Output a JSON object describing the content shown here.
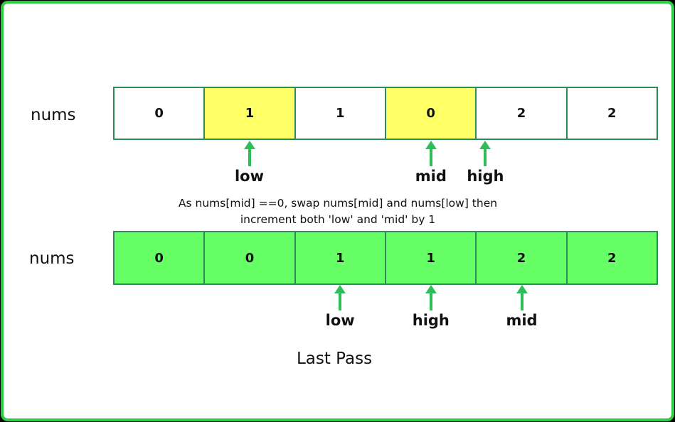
{
  "before": {
    "label": "nums",
    "cells": [
      {
        "value": "0",
        "fill": "#ffffff"
      },
      {
        "value": "1",
        "fill": "#ffff66"
      },
      {
        "value": "1",
        "fill": "#ffffff"
      },
      {
        "value": "0",
        "fill": "#ffff66"
      },
      {
        "value": "2",
        "fill": "#ffffff"
      },
      {
        "value": "2",
        "fill": "#ffffff"
      }
    ],
    "pointers": [
      {
        "label": "low",
        "index": 1
      },
      {
        "label": "mid",
        "index": 3
      },
      {
        "label": "high",
        "index": 3.6
      }
    ]
  },
  "note": {
    "line1": "As nums[mid] ==0, swap nums[mid] and nums[low] then",
    "line2": "increment both 'low' and 'mid' by 1"
  },
  "after": {
    "label": "nums",
    "cells": [
      {
        "value": "0",
        "fill": "#66ff66"
      },
      {
        "value": "0",
        "fill": "#66ff66"
      },
      {
        "value": "1",
        "fill": "#66ff66"
      },
      {
        "value": "1",
        "fill": "#66ff66"
      },
      {
        "value": "2",
        "fill": "#66ff66"
      },
      {
        "value": "2",
        "fill": "#66ff66"
      }
    ],
    "pointers": [
      {
        "label": "low",
        "index": 2
      },
      {
        "label": "high",
        "index": 3
      },
      {
        "label": "mid",
        "index": 4
      }
    ]
  },
  "pass_title": "Last Pass",
  "colors": {
    "frame_border": "#2ecc40",
    "cell_border": "#2e8b57",
    "arrow": "#2ebd59",
    "highlight_yellow": "#ffff66",
    "highlight_green": "#66ff66"
  }
}
